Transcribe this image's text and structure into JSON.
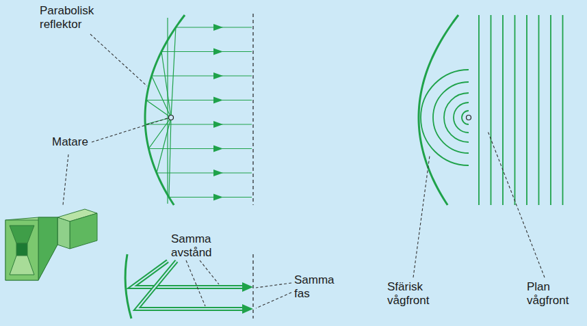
{
  "diagram": {
    "labels": [
      "Parabolisk reflektor",
      "Matare",
      "Samma avstånd",
      "Samma fas",
      "Sfärisk vågfront",
      "Plan vågfront"
    ]
  }
}
